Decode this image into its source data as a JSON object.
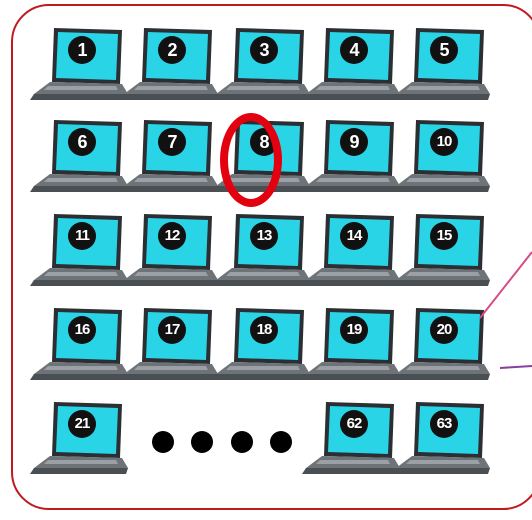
{
  "laptops": [
    {
      "label": "1"
    },
    {
      "label": "2"
    },
    {
      "label": "3"
    },
    {
      "label": "4"
    },
    {
      "label": "5"
    },
    {
      "label": "6"
    },
    {
      "label": "7"
    },
    {
      "label": "8"
    },
    {
      "label": "9"
    },
    {
      "label": "10"
    },
    {
      "label": "11"
    },
    {
      "label": "12"
    },
    {
      "label": "13"
    },
    {
      "label": "14"
    },
    {
      "label": "15"
    },
    {
      "label": "16"
    },
    {
      "label": "17"
    },
    {
      "label": "18"
    },
    {
      "label": "19"
    },
    {
      "label": "20"
    },
    {
      "label": "21"
    },
    {
      "label": "62"
    },
    {
      "label": "63"
    }
  ],
  "ellipsis_dot_count": 4,
  "highlighted_label": "8",
  "colors": {
    "frame": "#c0191f",
    "highlight_ring": "#e3000f",
    "screen": "#29d4e6",
    "laptop_body": "#6e7378",
    "number_badge": "#111111",
    "pointer_line_pink": "#d94a86",
    "pointer_line_purple": "#8a3f9c"
  }
}
